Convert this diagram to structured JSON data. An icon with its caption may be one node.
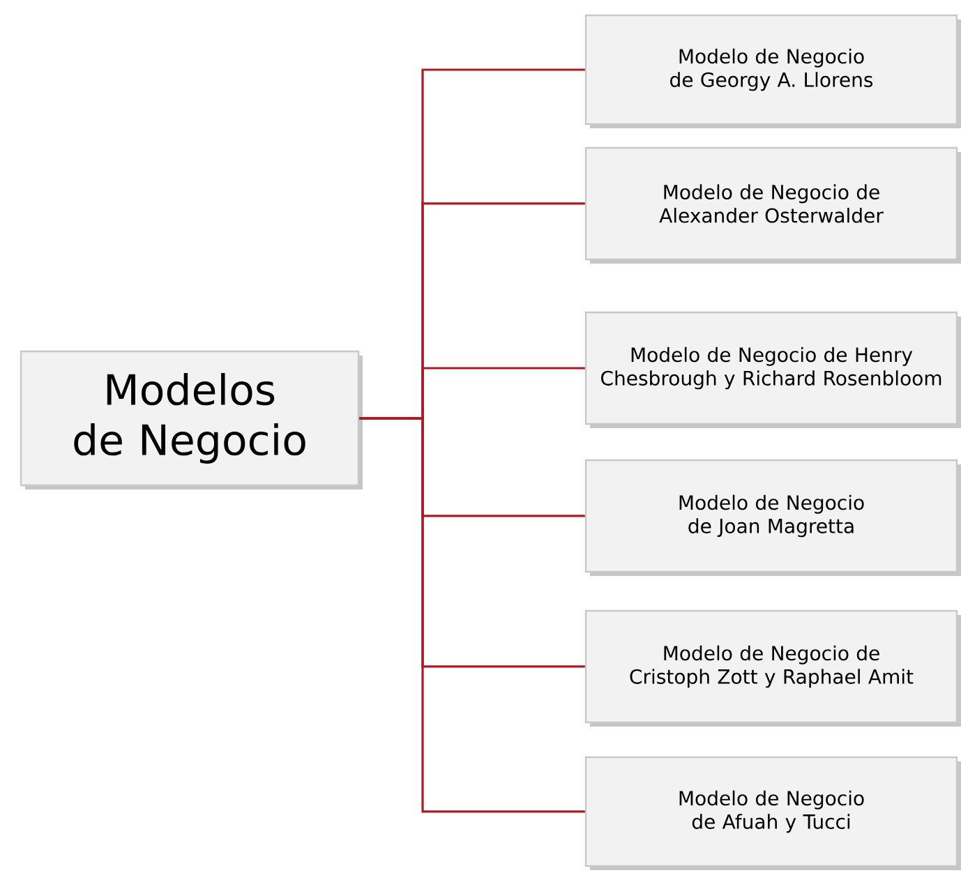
{
  "diagram": {
    "nodes": [
      {
        "text": [
          "Modelos de Negocio"
        ]
      },
      {
        "text": [
          "Modelo de Negocio de Georgy A. Llorens"
        ]
      },
      {
        "text": [
          "Modelo de Negocio de Alexander Osterwalder"
        ]
      },
      {
        "text": [
          "Modelo de Negocio de Henry Chesbrough y Richard Rosenbloom"
        ]
      },
      {
        "text": [
          "Modelo de Negocio de Joan Magretta"
        ]
      },
      {
        "text": [
          "Modelo de Negocio de Cristoph Zott y Raphael Amit"
        ]
      },
      {
        "text": [
          "Modelo de Negocio de Afuah y Tucci"
        ]
      }
    ],
    "edges": [
      {
        "from": 0,
        "to": 1,
        "arrow": "none"
      },
      {
        "from": 0,
        "to": 2,
        "arrow": "none"
      },
      {
        "from": 0,
        "to": 3,
        "arrow": "none"
      },
      {
        "from": 0,
        "to": 4,
        "arrow": "none"
      },
      {
        "from": 0,
        "to": 5,
        "arrow": "none"
      },
      {
        "from": 0,
        "to": 6,
        "arrow": "none"
      }
    ]
  }
}
